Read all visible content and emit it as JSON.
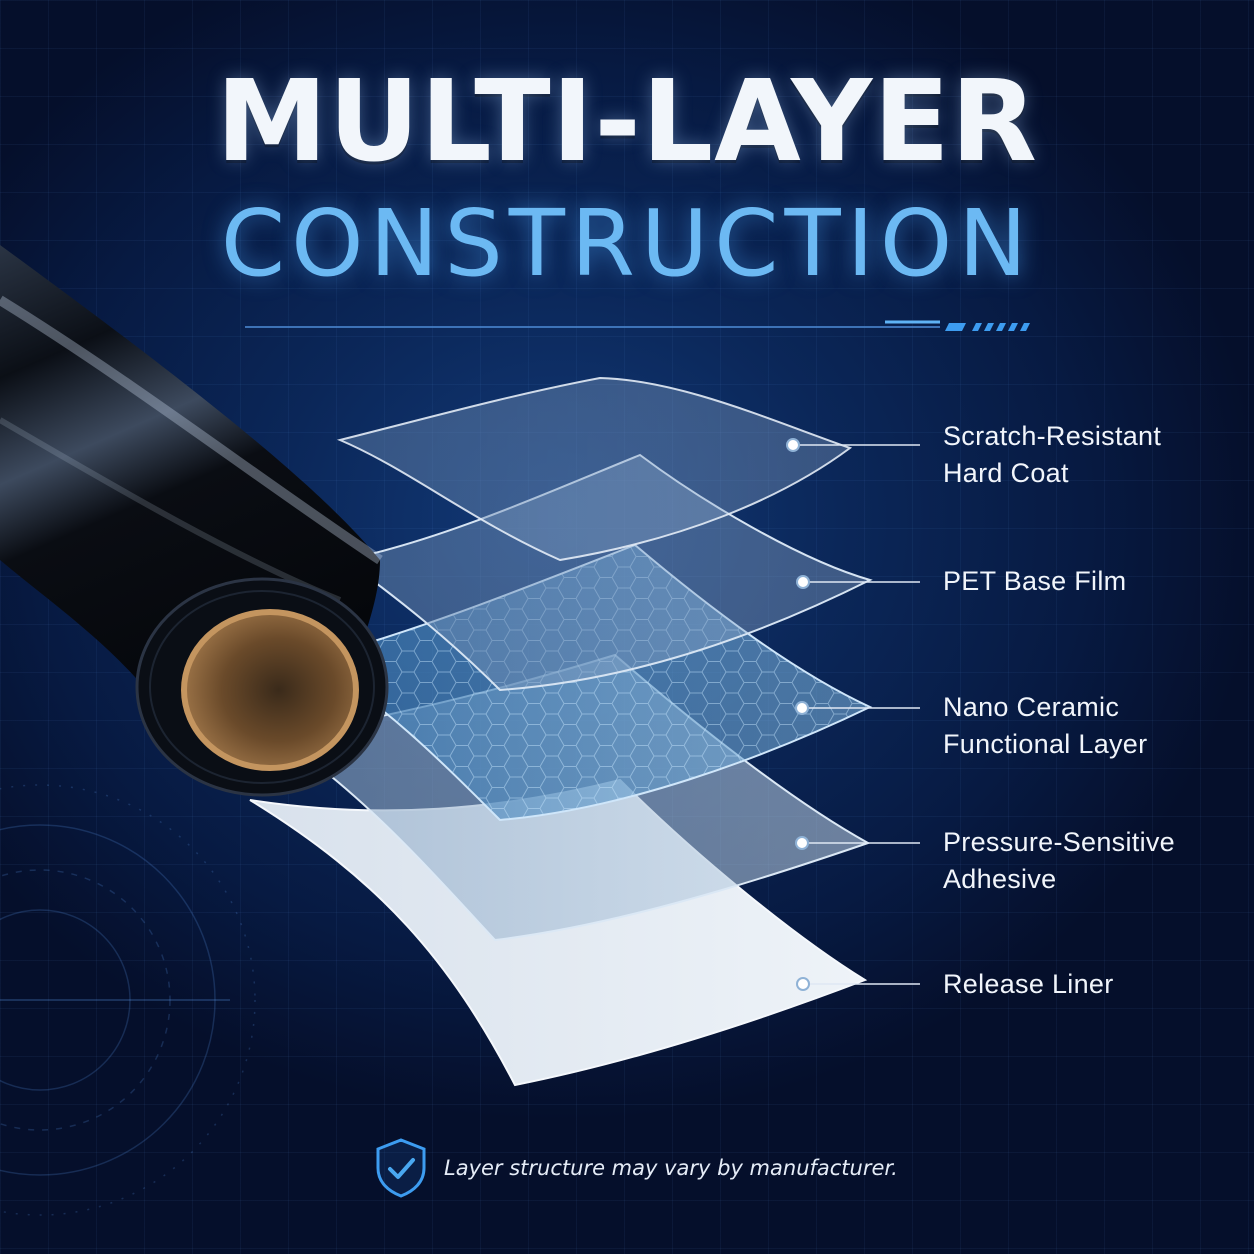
{
  "header": {
    "title": "MULTI-LAYER",
    "subtitle": "CONSTRUCTION"
  },
  "layers": [
    {
      "line1": "Scratch-Resistant",
      "line2": "Hard Coat"
    },
    {
      "line1": "PET Base Film",
      "line2": ""
    },
    {
      "line1": "Nano Ceramic",
      "line2": "Functional Layer"
    },
    {
      "line1": "Pressure-Sensitive",
      "line2": "Adhesive"
    },
    {
      "line1": "Release Liner",
      "line2": ""
    }
  ],
  "footer": {
    "disclaimer": "Layer structure may vary by manufacturer.",
    "icon": "shield-check-icon"
  },
  "colors": {
    "background": "#071a42",
    "accent": "#4aa8f0",
    "title": "#f2f6fb",
    "subtitle": "#6cb9f3"
  }
}
